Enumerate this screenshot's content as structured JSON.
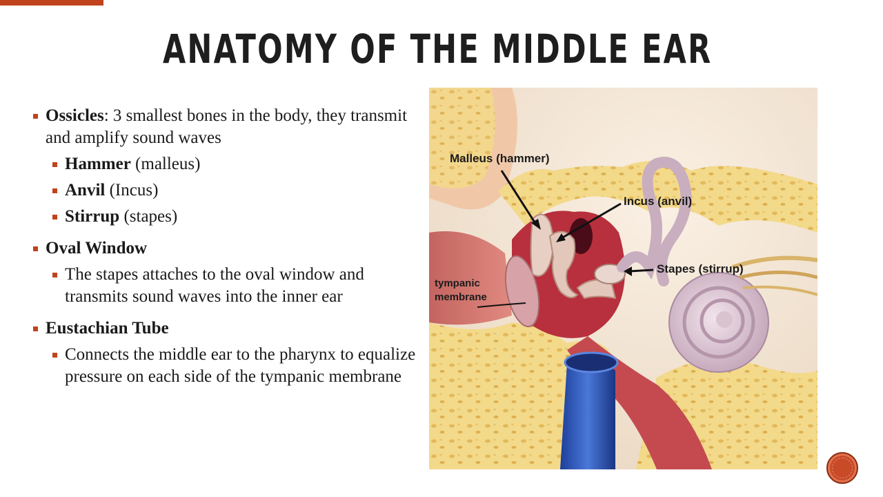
{
  "slide": {
    "title": "ANATOMY OF THE MIDDLE EAR",
    "accent_color": "#c0431e"
  },
  "bullets": [
    {
      "term": "Ossicles",
      "text": ": 3 smallest bones in the body, they transmit and amplify sound waves",
      "sub": [
        {
          "term": "Hammer",
          "text": " (malleus)"
        },
        {
          "term": "Anvil",
          "text": " (Incus)"
        },
        {
          "term": "Stirrup",
          "text": " (stapes)"
        }
      ]
    },
    {
      "term": "Oval Window",
      "text": "",
      "sub": [
        {
          "term": "",
          "text": "The stapes attaches to the oval window and transmits sound waves into the inner ear"
        }
      ]
    },
    {
      "term": "Eustachian Tube",
      "text": "",
      "sub": [
        {
          "term": "",
          "text": "Connects the middle ear to the pharynx to equalize pressure on each side of the tympanic membrane"
        }
      ]
    }
  ],
  "figure": {
    "labels": {
      "malleus": "Malleus (hammer)",
      "incus": "Incus (anvil)",
      "stapes": "Stapes (stirrup)",
      "tympanic_1": "tympanic",
      "tympanic_2": "membrane"
    }
  },
  "icons": {
    "bullet": "square-bullet-icon",
    "nav": "next-slide-button"
  }
}
